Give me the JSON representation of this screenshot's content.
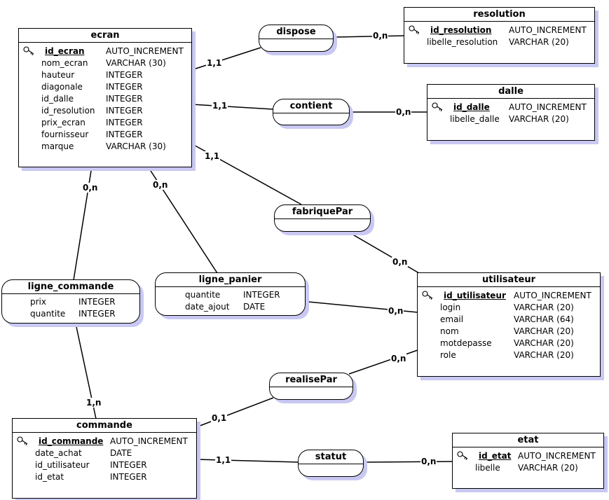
{
  "entities": {
    "ecran": {
      "name": "ecran",
      "attributes": [
        {
          "name": "id_ecran",
          "type": "AUTO_INCREMENT",
          "pk": true
        },
        {
          "name": "nom_ecran",
          "type": "VARCHAR (30)"
        },
        {
          "name": "hauteur",
          "type": "INTEGER"
        },
        {
          "name": "diagonale",
          "type": "INTEGER"
        },
        {
          "name": "id_dalle",
          "type": "INTEGER"
        },
        {
          "name": "id_resolution",
          "type": "INTEGER"
        },
        {
          "name": "prix_ecran",
          "type": "INTEGER"
        },
        {
          "name": "fournisseur",
          "type": "INTEGER"
        },
        {
          "name": "marque",
          "type": "VARCHAR (30)"
        }
      ]
    },
    "resolution": {
      "name": "resolution",
      "attributes": [
        {
          "name": "id_resolution",
          "type": "AUTO_INCREMENT",
          "pk": true
        },
        {
          "name": "libelle_resolution",
          "type": "VARCHAR (20)"
        }
      ]
    },
    "dalle": {
      "name": "dalle",
      "attributes": [
        {
          "name": "id_dalle",
          "type": "AUTO_INCREMENT",
          "pk": true
        },
        {
          "name": "libelle_dalle",
          "type": "VARCHAR (20)"
        }
      ]
    },
    "utilisateur": {
      "name": "utilisateur",
      "attributes": [
        {
          "name": "id_utilisateur",
          "type": "AUTO_INCREMENT",
          "pk": true
        },
        {
          "name": "login",
          "type": "VARCHAR (20)"
        },
        {
          "name": "email",
          "type": "VARCHAR (64)"
        },
        {
          "name": "nom",
          "type": "VARCHAR (20)"
        },
        {
          "name": "motdepasse",
          "type": "VARCHAR (20)"
        },
        {
          "name": "role",
          "type": "VARCHAR (20)"
        }
      ]
    },
    "commande": {
      "name": "commande",
      "attributes": [
        {
          "name": "id_commande",
          "type": "AUTO_INCREMENT",
          "pk": true
        },
        {
          "name": "date_achat",
          "type": "DATE"
        },
        {
          "name": "id_utilisateur",
          "type": "INTEGER"
        },
        {
          "name": "id_etat",
          "type": "INTEGER"
        }
      ]
    },
    "etat": {
      "name": "etat",
      "attributes": [
        {
          "name": "id_etat",
          "type": "AUTO_INCREMENT",
          "pk": true
        },
        {
          "name": "libelle",
          "type": "VARCHAR (20)"
        }
      ]
    }
  },
  "associations": {
    "dispose": {
      "name": "dispose",
      "attributes": []
    },
    "contient": {
      "name": "contient",
      "attributes": []
    },
    "fabriquePar": {
      "name": "fabriquePar",
      "attributes": []
    },
    "ligne_panier": {
      "name": "ligne_panier",
      "attributes": [
        {
          "name": "quantite",
          "type": "INTEGER"
        },
        {
          "name": "date_ajout",
          "type": "DATE"
        }
      ]
    },
    "ligne_commande": {
      "name": "ligne_commande",
      "attributes": [
        {
          "name": "prix",
          "type": "INTEGER"
        },
        {
          "name": "quantite",
          "type": "INTEGER"
        }
      ]
    },
    "realisePar": {
      "name": "realisePar",
      "attributes": []
    },
    "statut": {
      "name": "statut",
      "attributes": []
    }
  },
  "cardinalities": {
    "ecran_dispose": "1,1",
    "resolution_dispose": "0,n",
    "ecran_contient": "1,1",
    "dalle_contient": "0,n",
    "ecran_fabriquePar": "1,1",
    "utilisateur_fabriquePar": "0,n",
    "ecran_ligne_commande": "0,n",
    "ecran_ligne_panier": "0,n",
    "utilisateur_ligne_panier": "0,n",
    "commande_ligne_commande": "1,n",
    "utilisateur_realisePar": "0,n",
    "commande_realisePar": "0,1",
    "commande_statut": "1,1",
    "etat_statut": "0,n"
  },
  "icons": {
    "primary_key": "key-icon"
  },
  "colors": {
    "shadow": "#c8c8f2",
    "border": "#000000",
    "background": "#ffffff"
  }
}
